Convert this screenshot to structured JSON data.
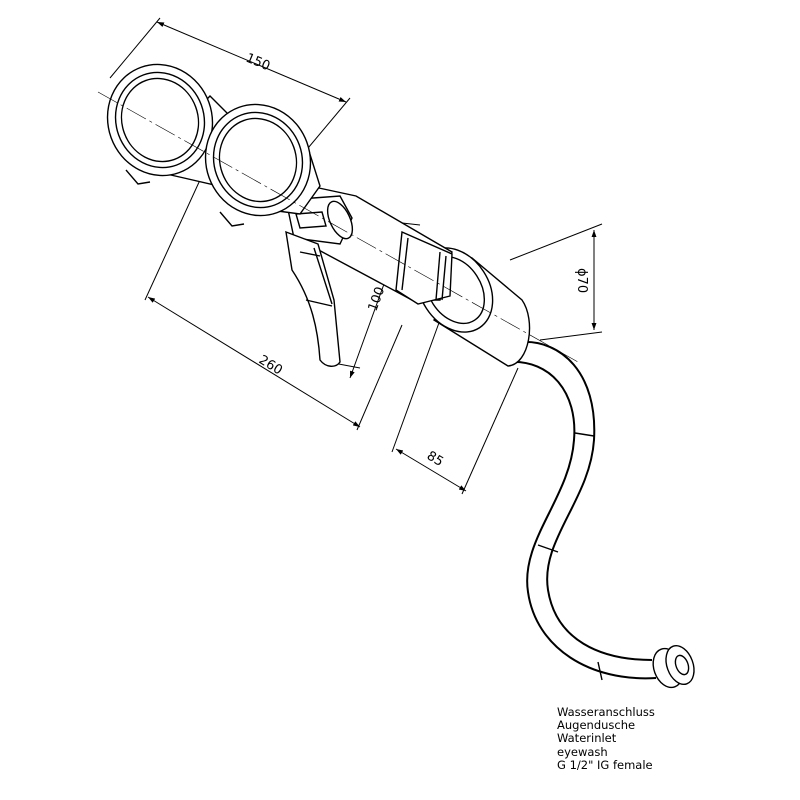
{
  "dimensions": {
    "d150": "150",
    "d260": "260",
    "d100": "100",
    "d85": "85",
    "d70": "ϕ70"
  },
  "note": {
    "line1": "Wasseranschluss",
    "line2": "Augendusche",
    "line3": "Waterinlet",
    "line4": "eyewash",
    "line5": "G 1/2\" IG female"
  }
}
